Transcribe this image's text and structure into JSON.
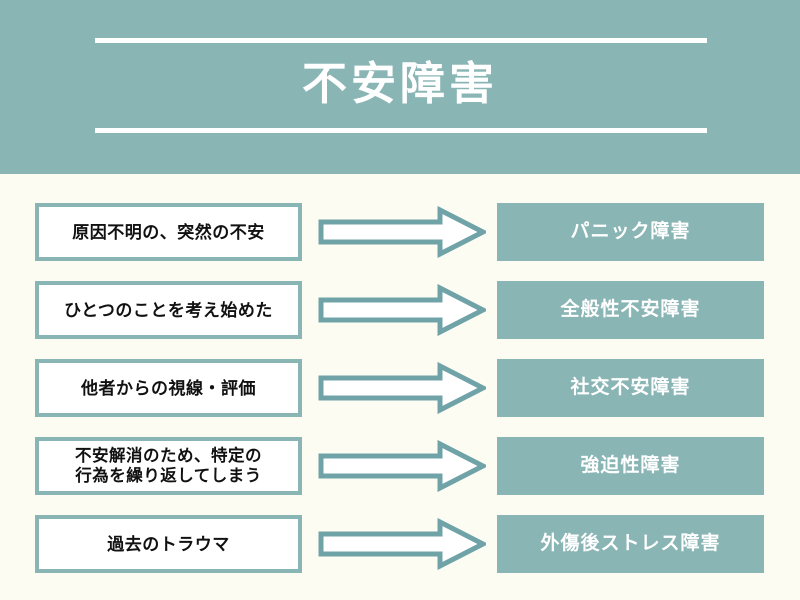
{
  "header": {
    "title": "不安障害",
    "accent_color": "#8ab5b5",
    "rule_color": "#ffffff"
  },
  "canvas": {
    "background_color": "#fdfcf2",
    "box_border_color": "#8ab5b5",
    "box_fill_color": "#ffffff",
    "disorder_fill_color": "#8ab5b5",
    "cause_text_color": "#111111",
    "disorder_text_color": "#ffffff",
    "arrow_fill_color": "#ffffff",
    "arrow_stroke_color": "#6fa3a8"
  },
  "rows": [
    {
      "cause": "原因不明の、突然の不安",
      "arrow": "right-arrow-icon",
      "disorder": "パニック障害"
    },
    {
      "cause": "ひとつのことを考え始めた",
      "arrow": "right-arrow-icon",
      "disorder": "全般性不安障害"
    },
    {
      "cause": "他者からの視線・評価",
      "arrow": "right-arrow-icon",
      "disorder": "社交不安障害"
    },
    {
      "cause": "不安解消のため、特定の\n行為を繰り返してしまう",
      "arrow": "right-arrow-icon",
      "disorder": "強迫性障害"
    },
    {
      "cause": "過去のトラウマ",
      "arrow": "right-arrow-icon",
      "disorder": "外傷後ストレス障害"
    }
  ]
}
